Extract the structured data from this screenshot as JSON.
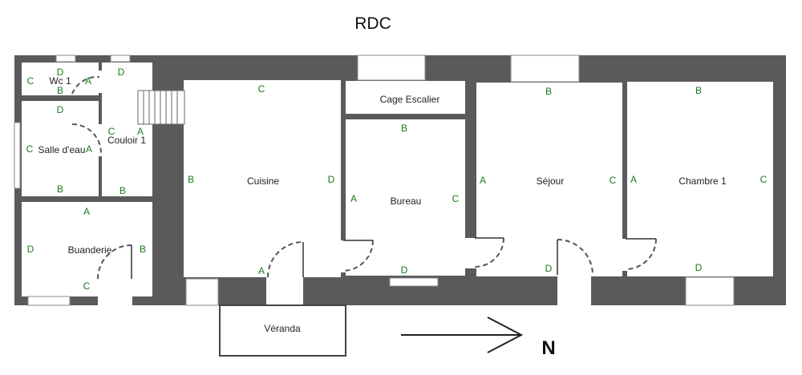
{
  "title": "RDC",
  "rooms": {
    "wc": "Wc 1",
    "salle_deau": "Salle d'eau",
    "couloir": "Couloir 1",
    "buanderie": "Buanderie",
    "cuisine": "Cuisine",
    "cage_escalier": "Cage Escalier",
    "bureau": "Bureau",
    "sejour": "Séjour",
    "chambre": "Chambre 1",
    "veranda": "Véranda"
  },
  "north_label": "N",
  "wall_labels": {
    "wc": [
      "D",
      "C",
      "A",
      "B"
    ],
    "salle_deau": [
      "D",
      "C",
      "A",
      "B"
    ],
    "couloir": [
      "D",
      "C",
      "A",
      "B"
    ],
    "buanderie": [
      "A",
      "D",
      "B",
      "C"
    ],
    "cuisine": [
      "C",
      "B",
      "D",
      "A"
    ],
    "bureau": [
      "B",
      "A",
      "C",
      "D"
    ],
    "sejour": [
      "B",
      "A",
      "C",
      "D"
    ],
    "chambre": [
      "B",
      "A",
      "C",
      "D"
    ]
  },
  "colors": {
    "wall": "#5a5a5a",
    "room_fill": "#ffffff",
    "wall_label": "#1a7a1a",
    "door_arc": "#555555",
    "text": "#222222"
  }
}
